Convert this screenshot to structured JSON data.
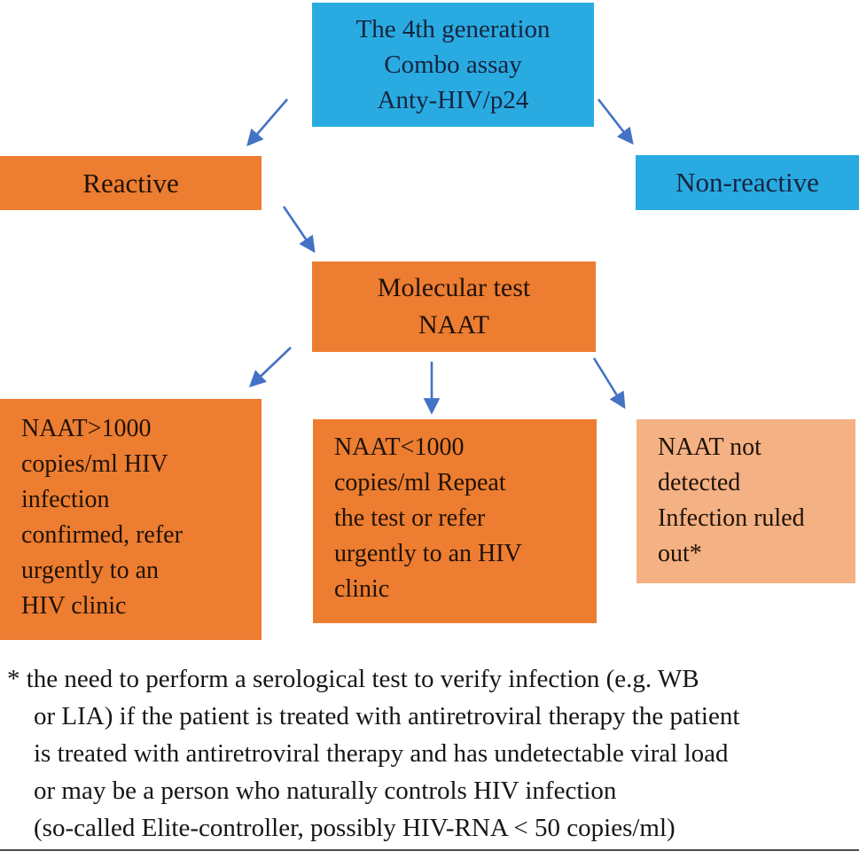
{
  "palette": {
    "cyan": "#29ABE2",
    "orange": "#ED7D31",
    "light_orange": "#F4B183",
    "arrow_blue": "#4472C4"
  },
  "flowchart": {
    "top_box": {
      "lines": [
        "The 4th generation",
        "Combo assay",
        "Anty-HIV/p24"
      ]
    },
    "reactive_box": {
      "label": "Reactive"
    },
    "non_reactive_box": {
      "label": "Non-reactive"
    },
    "naat_box": {
      "lines": [
        "Molecular test",
        "NAAT"
      ]
    },
    "result_high": {
      "lines": [
        "NAAT>1000",
        "copies/ml HIV",
        "infection",
        "confirmed, refer",
        "urgently to an",
        "HIV clinic"
      ]
    },
    "result_low": {
      "lines": [
        "NAAT<1000",
        "copies/ml Repeat",
        "the test or refer",
        "urgently to an HIV",
        "clinic"
      ]
    },
    "result_not_detected": {
      "lines": [
        "NAAT not",
        "detected",
        "Infection ruled",
        "out*"
      ]
    }
  },
  "footnote": {
    "lines": [
      "* the need to perform a serological test to verify infection (e.g. WB",
      "or LIA) if  the patient is treated with antiretroviral therapy the patient",
      "is treated with antiretroviral therapy and has undetectable viral load",
      "or may be a person who naturally controls HIV infection",
      "(so-called Elite-controller, possibly HIV-RNA < 50 copies/ml)"
    ]
  }
}
